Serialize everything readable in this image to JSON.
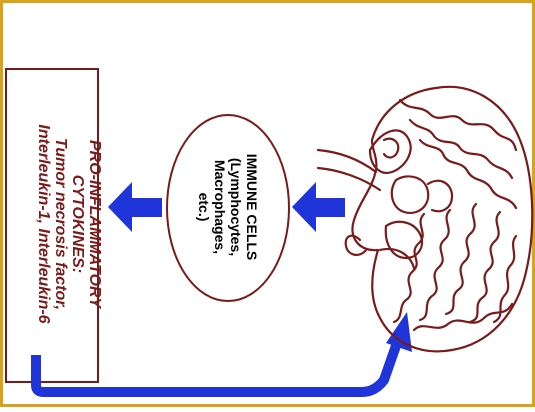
{
  "cytokines_box": {
    "heading_line1": "PRO-INFLAMMATORY",
    "heading_line2": "CYTOKINES:",
    "line3": "Tumor necrosis factor,",
    "line4": "Interleukin-1, Interleukin-6"
  },
  "immune_cells": {
    "line1": "IMMUNE CELLS",
    "line2": "(Lymphocytes,",
    "line3": "Macrophages,",
    "line4": "etc.)"
  },
  "colors": {
    "frame_border": "#d7a21c",
    "box_border": "#7a1a1a",
    "brain_outline": "#7a1a1a",
    "arrow_fill": "#1f34d9"
  }
}
